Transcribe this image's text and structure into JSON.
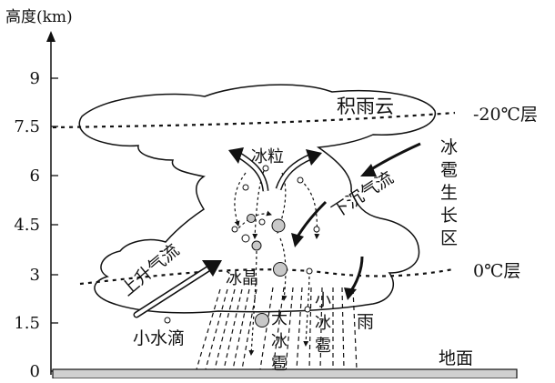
{
  "axis": {
    "title": "高度(km)",
    "ticks": [
      "0",
      "1.5",
      "3",
      "4.5",
      "6",
      "7.5",
      "9"
    ]
  },
  "labels": {
    "cloud": "积雨云",
    "layer_minus20": "-20℃层",
    "layer_0": "0℃层",
    "ice_particle": "冰粒",
    "downdraft": "下沉气流",
    "updraft": "上升气流",
    "ice_crystal": "冰晶",
    "hail_zone": [
      "冰",
      "雹",
      "生",
      "长",
      "区"
    ],
    "small_droplet": "小水滴",
    "large_hail": [
      "大",
      "冰",
      "雹"
    ],
    "small_hail": [
      "小",
      "冰",
      "雹"
    ],
    "rain": "雨",
    "ground": "地面"
  },
  "colors": {
    "ink": "#111111",
    "particle_fill": "#c8c8c8",
    "ground": "#d0d0d0"
  }
}
